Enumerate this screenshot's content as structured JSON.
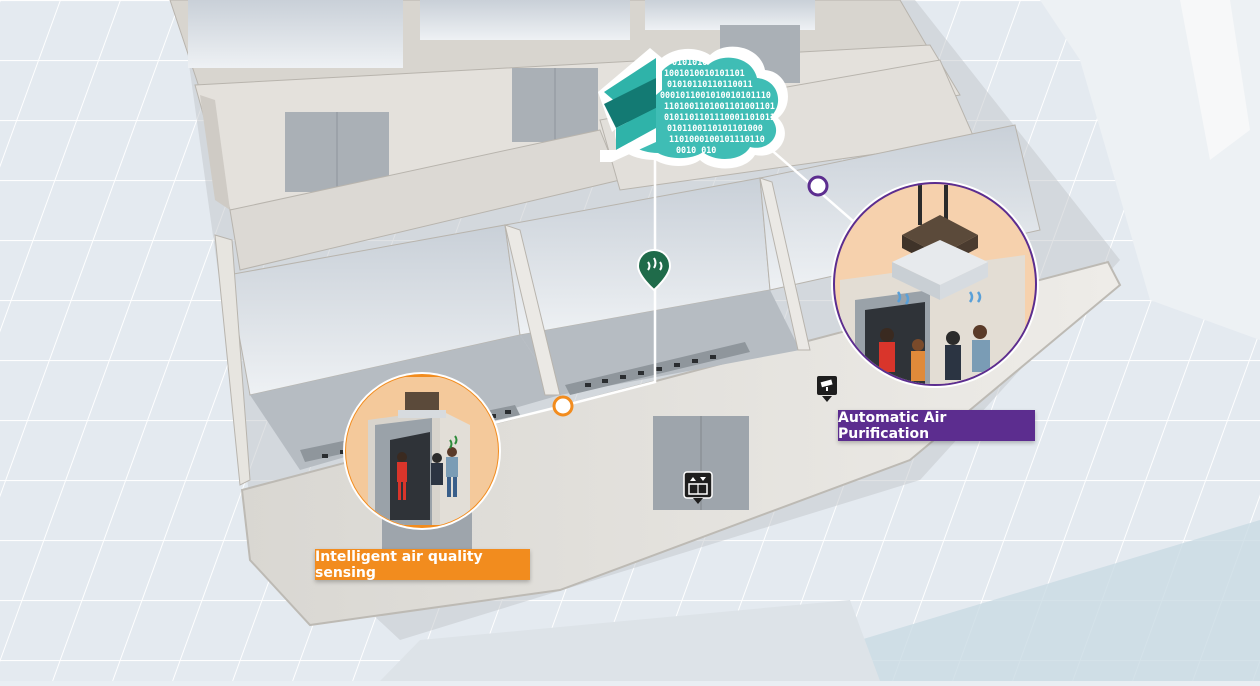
{
  "labels": {
    "sensing": "Intelligent air quality sensing",
    "purification": "Automatic Air Purification"
  },
  "cloud": {
    "binary_lines": [
      "0101010",
      "1001010010101101",
      "01010110110110011",
      "0001011001010010101110",
      "1101001101001101001101",
      "0101101101110001101011",
      "0101100110101101000",
      "1101000100101110110",
      "0010            010"
    ]
  },
  "icons": {
    "logo": "teal-s-logo-icon",
    "sensor_pin": "air-sensor-pin-icon",
    "camera": "security-camera-icon",
    "elevator": "elevator-icon"
  },
  "colors": {
    "accent_orange": "#f28c1e",
    "accent_purple": "#5c2d8f",
    "teal": "#2fb3a9",
    "teal_dark": "#137a73",
    "cloud_teal": "#3fbdb5",
    "pin_green": "#1f6b4a",
    "floor": "#dfe6ec",
    "wall": "#e8e6e2",
    "shaft": "#cfd5db"
  }
}
